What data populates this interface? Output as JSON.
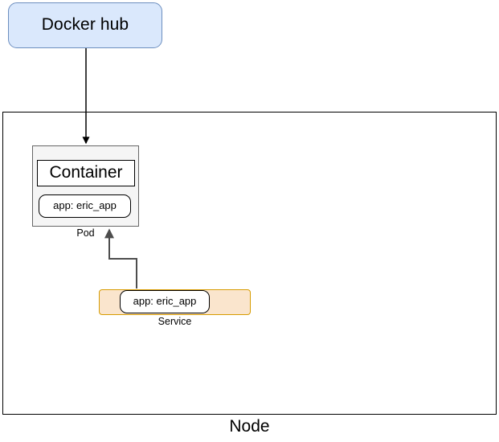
{
  "diagram": {
    "title": "Kubernetes node with pod and service",
    "nodes": {
      "docker_hub": {
        "label": "Docker hub",
        "shape": "rounded-rectangle",
        "fill": "#dae8fc",
        "stroke": "#6c8ebf"
      },
      "node": {
        "label": "Node",
        "shape": "rectangle",
        "fill": "#ffffff",
        "stroke": "#000000"
      },
      "pod": {
        "label": "Pod",
        "shape": "rectangle",
        "fill": "#f5f5f5",
        "stroke": "#666666"
      },
      "container": {
        "label": "Container",
        "shape": "rectangle",
        "fill": "#ffffff",
        "stroke": "#000000"
      },
      "pod_selector": {
        "label": "app: eric_app",
        "shape": "rounded-rectangle",
        "fill": "#ffffff",
        "stroke": "#000000"
      },
      "service": {
        "label": "Service",
        "shape": "rounded-rectangle",
        "fill": "#fae5cd",
        "stroke": "#d79b00"
      },
      "service_selector": {
        "label": "app: eric_app",
        "shape": "rounded-rectangle",
        "fill": "#ffffff",
        "stroke": "#000000"
      }
    },
    "edges": [
      {
        "name": "docker-hub-to-pod",
        "from": "docker_hub",
        "to": "pod",
        "label": "",
        "stroke": "#000000",
        "arrowhead": "filled-triangle"
      },
      {
        "name": "service-to-pod",
        "from": "service",
        "to": "pod",
        "label": "",
        "stroke": "#666666",
        "arrowhead": "filled-triangle"
      }
    ]
  }
}
